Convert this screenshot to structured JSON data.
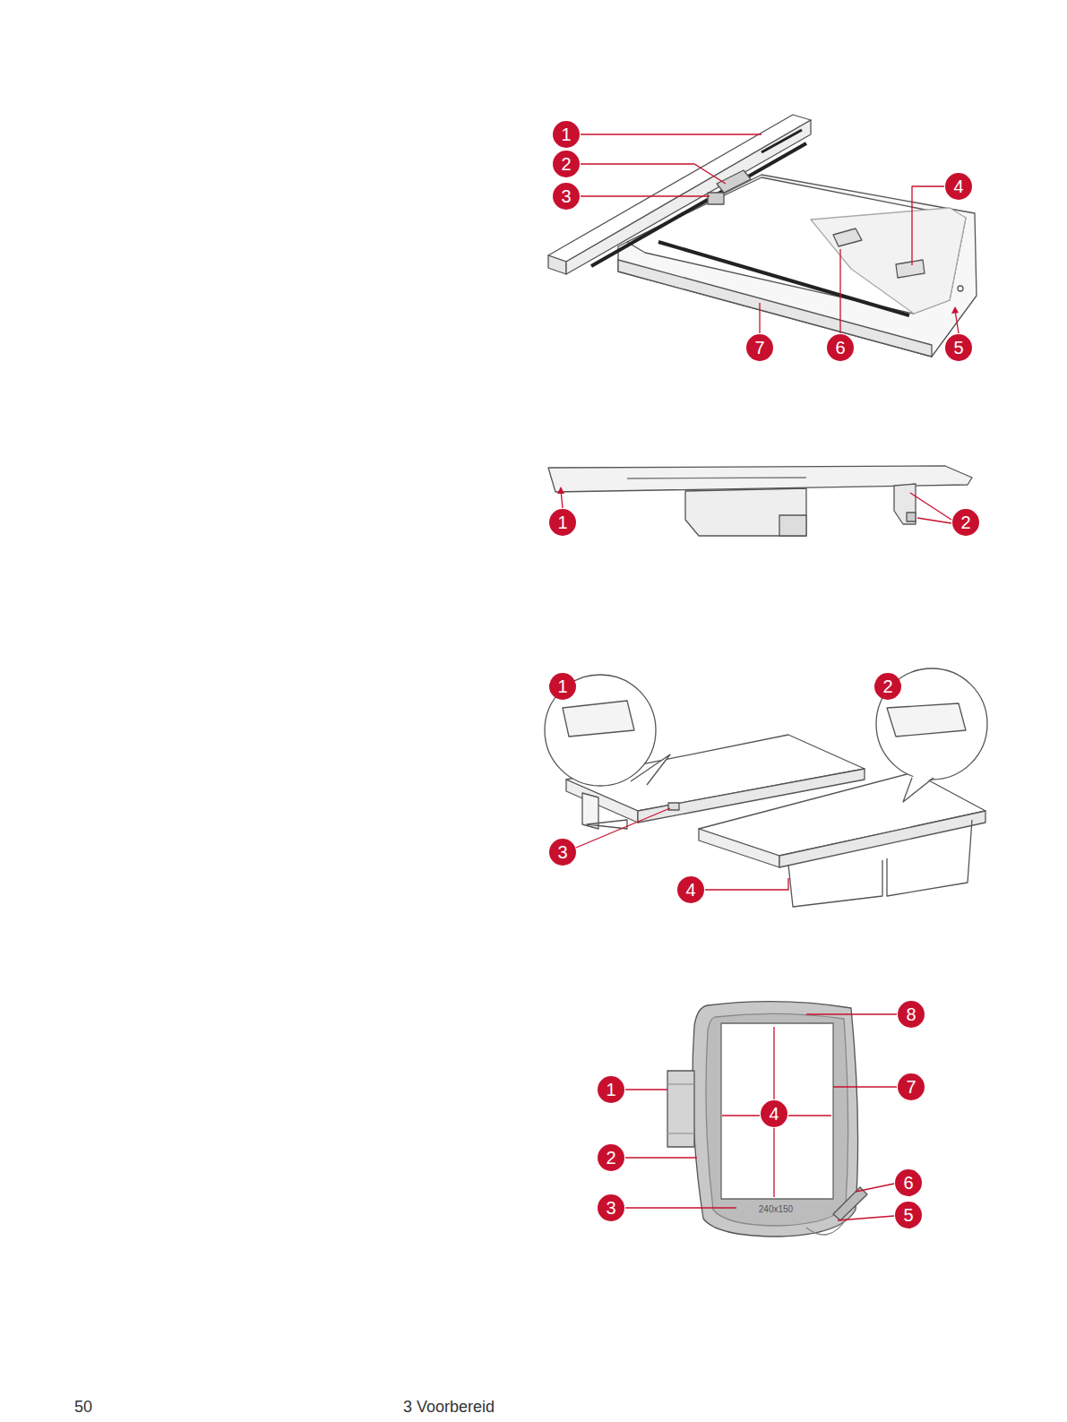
{
  "diagram": {
    "labels": [
      "1",
      "2",
      "3",
      "4",
      "7",
      "6",
      "5",
      "1",
      "2",
      "1",
      "2",
      "3",
      "4",
      "8",
      "1",
      "7",
      "4",
      "2",
      "6",
      "3",
      "5",
      "240x150",
      "50",
      "3 Voorbereid"
    ]
  }
}
